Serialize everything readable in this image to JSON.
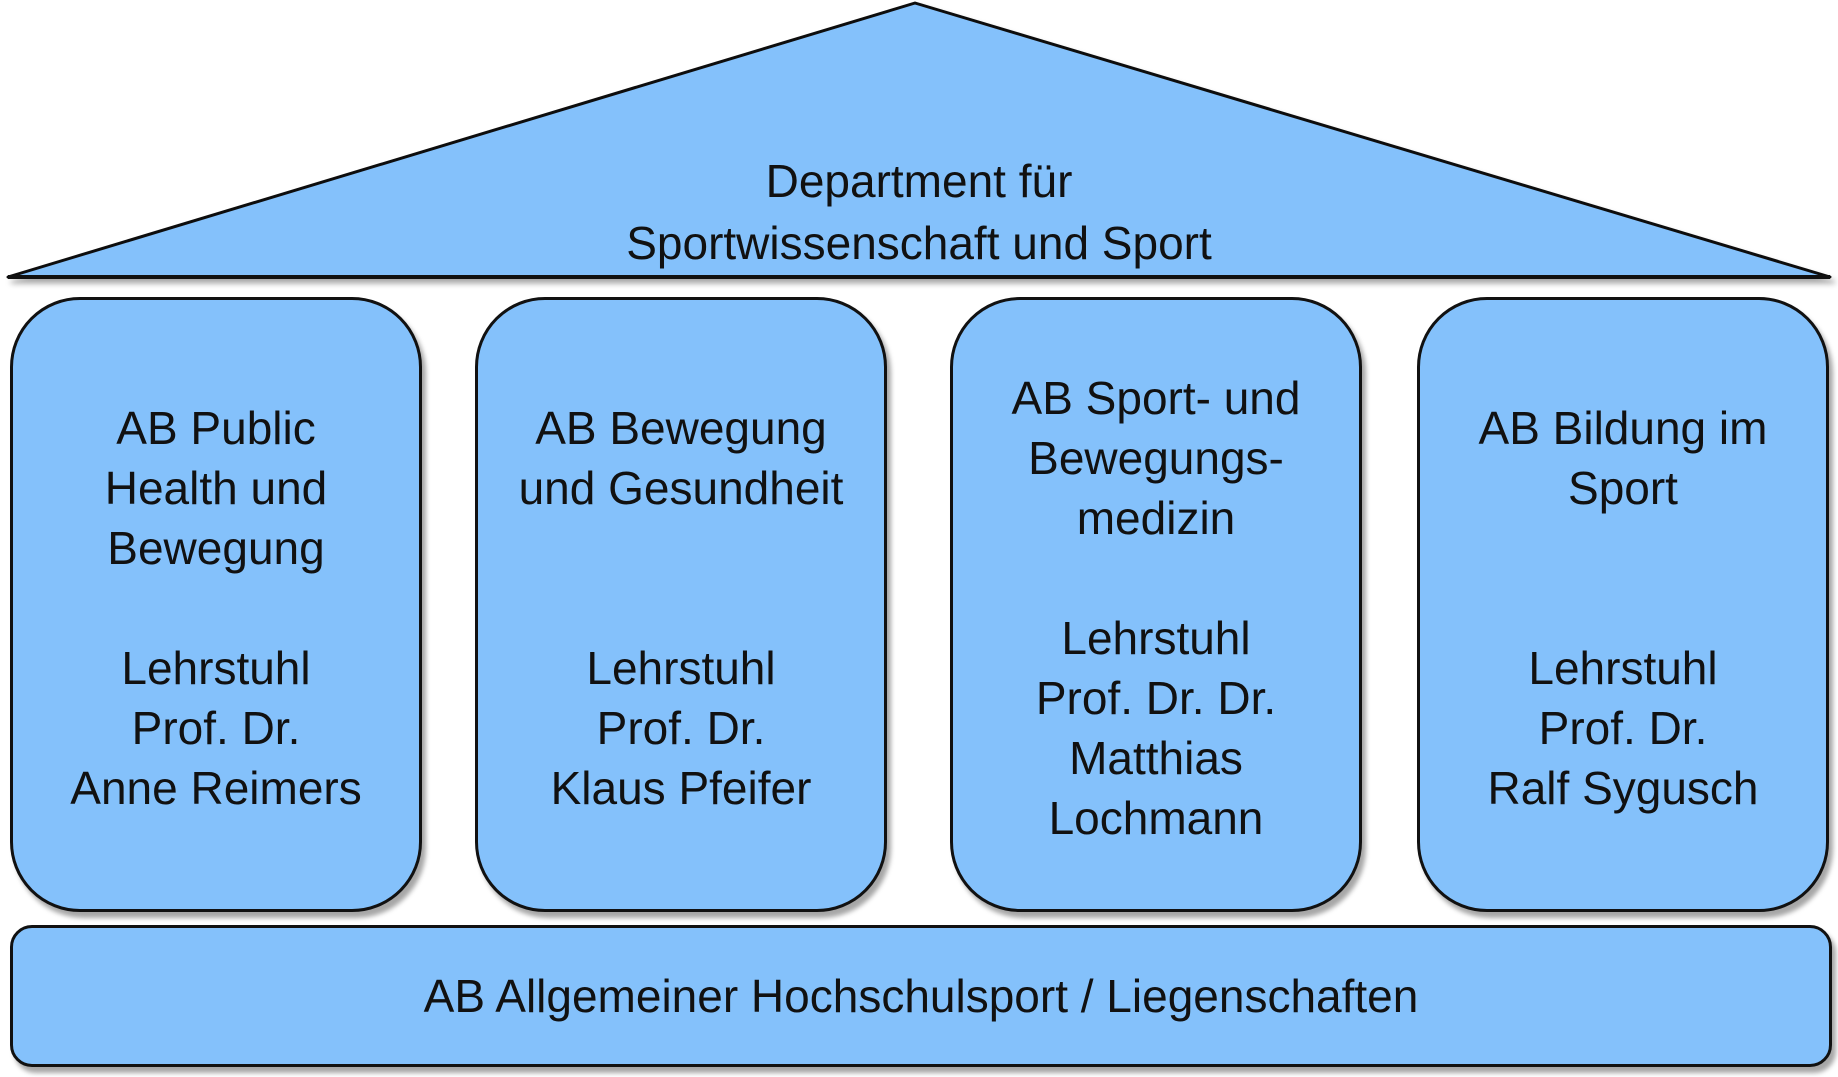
{
  "colors": {
    "fill": "#84c1fb",
    "stroke": "#111111",
    "text": "#111111"
  },
  "roof": {
    "line1": "Department für",
    "line2": "Sportwissenschaft und Sport"
  },
  "pillars": [
    {
      "title": "AB Public\nHealth und\nBewegung",
      "chair": "Lehrstuhl\nProf. Dr.\nAnne Reimers"
    },
    {
      "title": "AB Bewegung\nund Gesundheit",
      "chair": "Lehrstuhl\nProf. Dr.\nKlaus Pfeifer"
    },
    {
      "title": "AB Sport- und\nBewegungs-\nmedizin",
      "chair": "Lehrstuhl\nProf. Dr. Dr.\nMatthias\nLochmann"
    },
    {
      "title": "AB Bildung im\nSport",
      "chair": "Lehrstuhl\nProf. Dr.\nRalf Sygusch"
    }
  ],
  "base": {
    "label": "AB Allgemeiner Hochschulsport / Liegenschaften"
  }
}
